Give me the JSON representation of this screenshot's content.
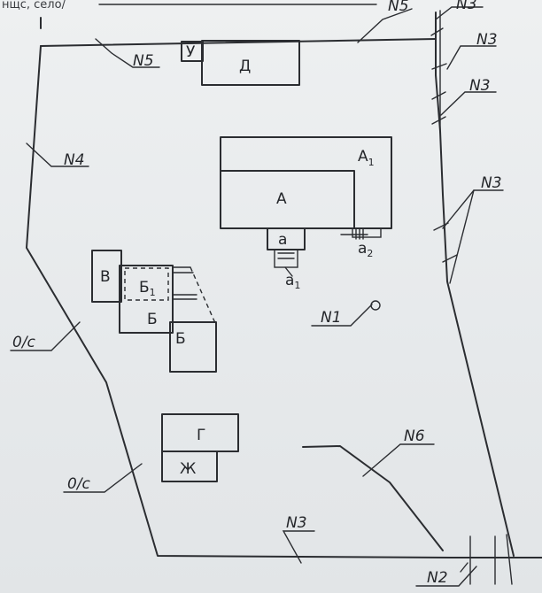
{
  "page_header_fragment": "нщс, село/",
  "buildings": [
    {
      "id": "D",
      "label": "Д"
    },
    {
      "id": "U",
      "label": "У"
    },
    {
      "id": "A1",
      "label": "А",
      "sub": "1"
    },
    {
      "id": "A",
      "label": "А"
    },
    {
      "id": "a",
      "label": "а"
    },
    {
      "id": "a1",
      "label": "а",
      "sub": "1"
    },
    {
      "id": "a2",
      "label": "а",
      "sub": "2"
    },
    {
      "id": "V",
      "label": "В"
    },
    {
      "id": "B1",
      "label": "Б",
      "sub": "1"
    },
    {
      "id": "B",
      "label": "Б"
    },
    {
      "id": "B_lower",
      "label": "Б"
    },
    {
      "id": "G",
      "label": "Г"
    },
    {
      "id": "Zh",
      "label": "Ж"
    }
  ],
  "boundary_labels": {
    "n5_left": "N5",
    "n5_right": "N5",
    "n3_top": "N3",
    "n3_a": "N3",
    "n3_b": "N3",
    "n3_c": "N3",
    "n3_bottom": "N3",
    "n4": "N4",
    "os_upper": "0/c",
    "os_lower": "0/c",
    "n1": "N1",
    "n6": "N6",
    "n2": "N2"
  }
}
